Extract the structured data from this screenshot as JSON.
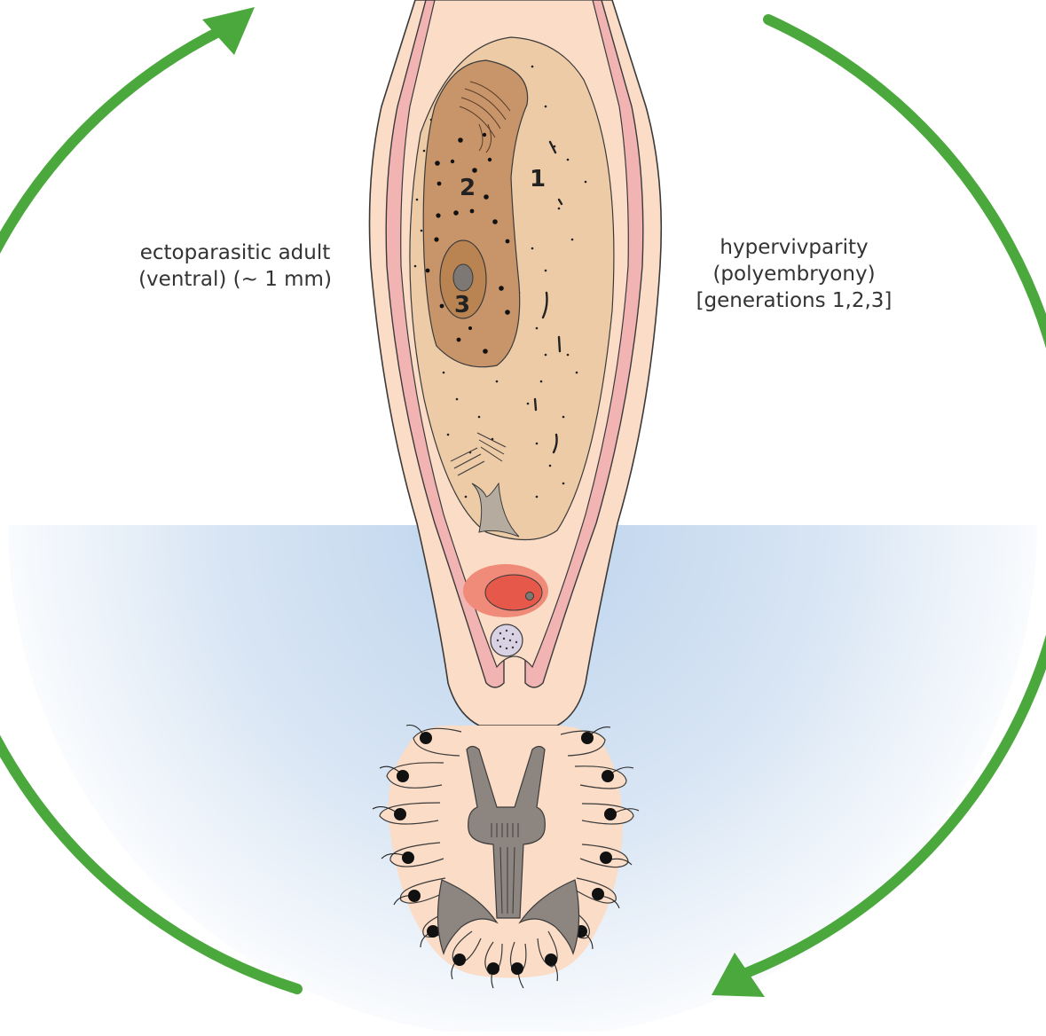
{
  "labels": {
    "left": [
      "ectoparasitic adult",
      "(ventral)  (~ 1 mm)"
    ],
    "right": [
      "hypervivparity",
      "(polyembryony)",
      "[generations 1,2,3]"
    ]
  },
  "generation_markers": [
    "1",
    "2",
    "3"
  ],
  "colors": {
    "arrow": "#4aa83c",
    "body_skin": "#fbdcc6",
    "uterus_pink": "#f2b4b2",
    "embryo_1": "#edcba6",
    "embryo_2": "#c8956a",
    "embryo_3": "#b98452",
    "egg_red": "#e5584a",
    "haptor_grey": "#8c8580",
    "water_blue": "#bcd3ec"
  },
  "icons": {
    "left_arrow": "curved-arrow-up-icon",
    "right_arrow": "curved-arrow-down-icon"
  }
}
